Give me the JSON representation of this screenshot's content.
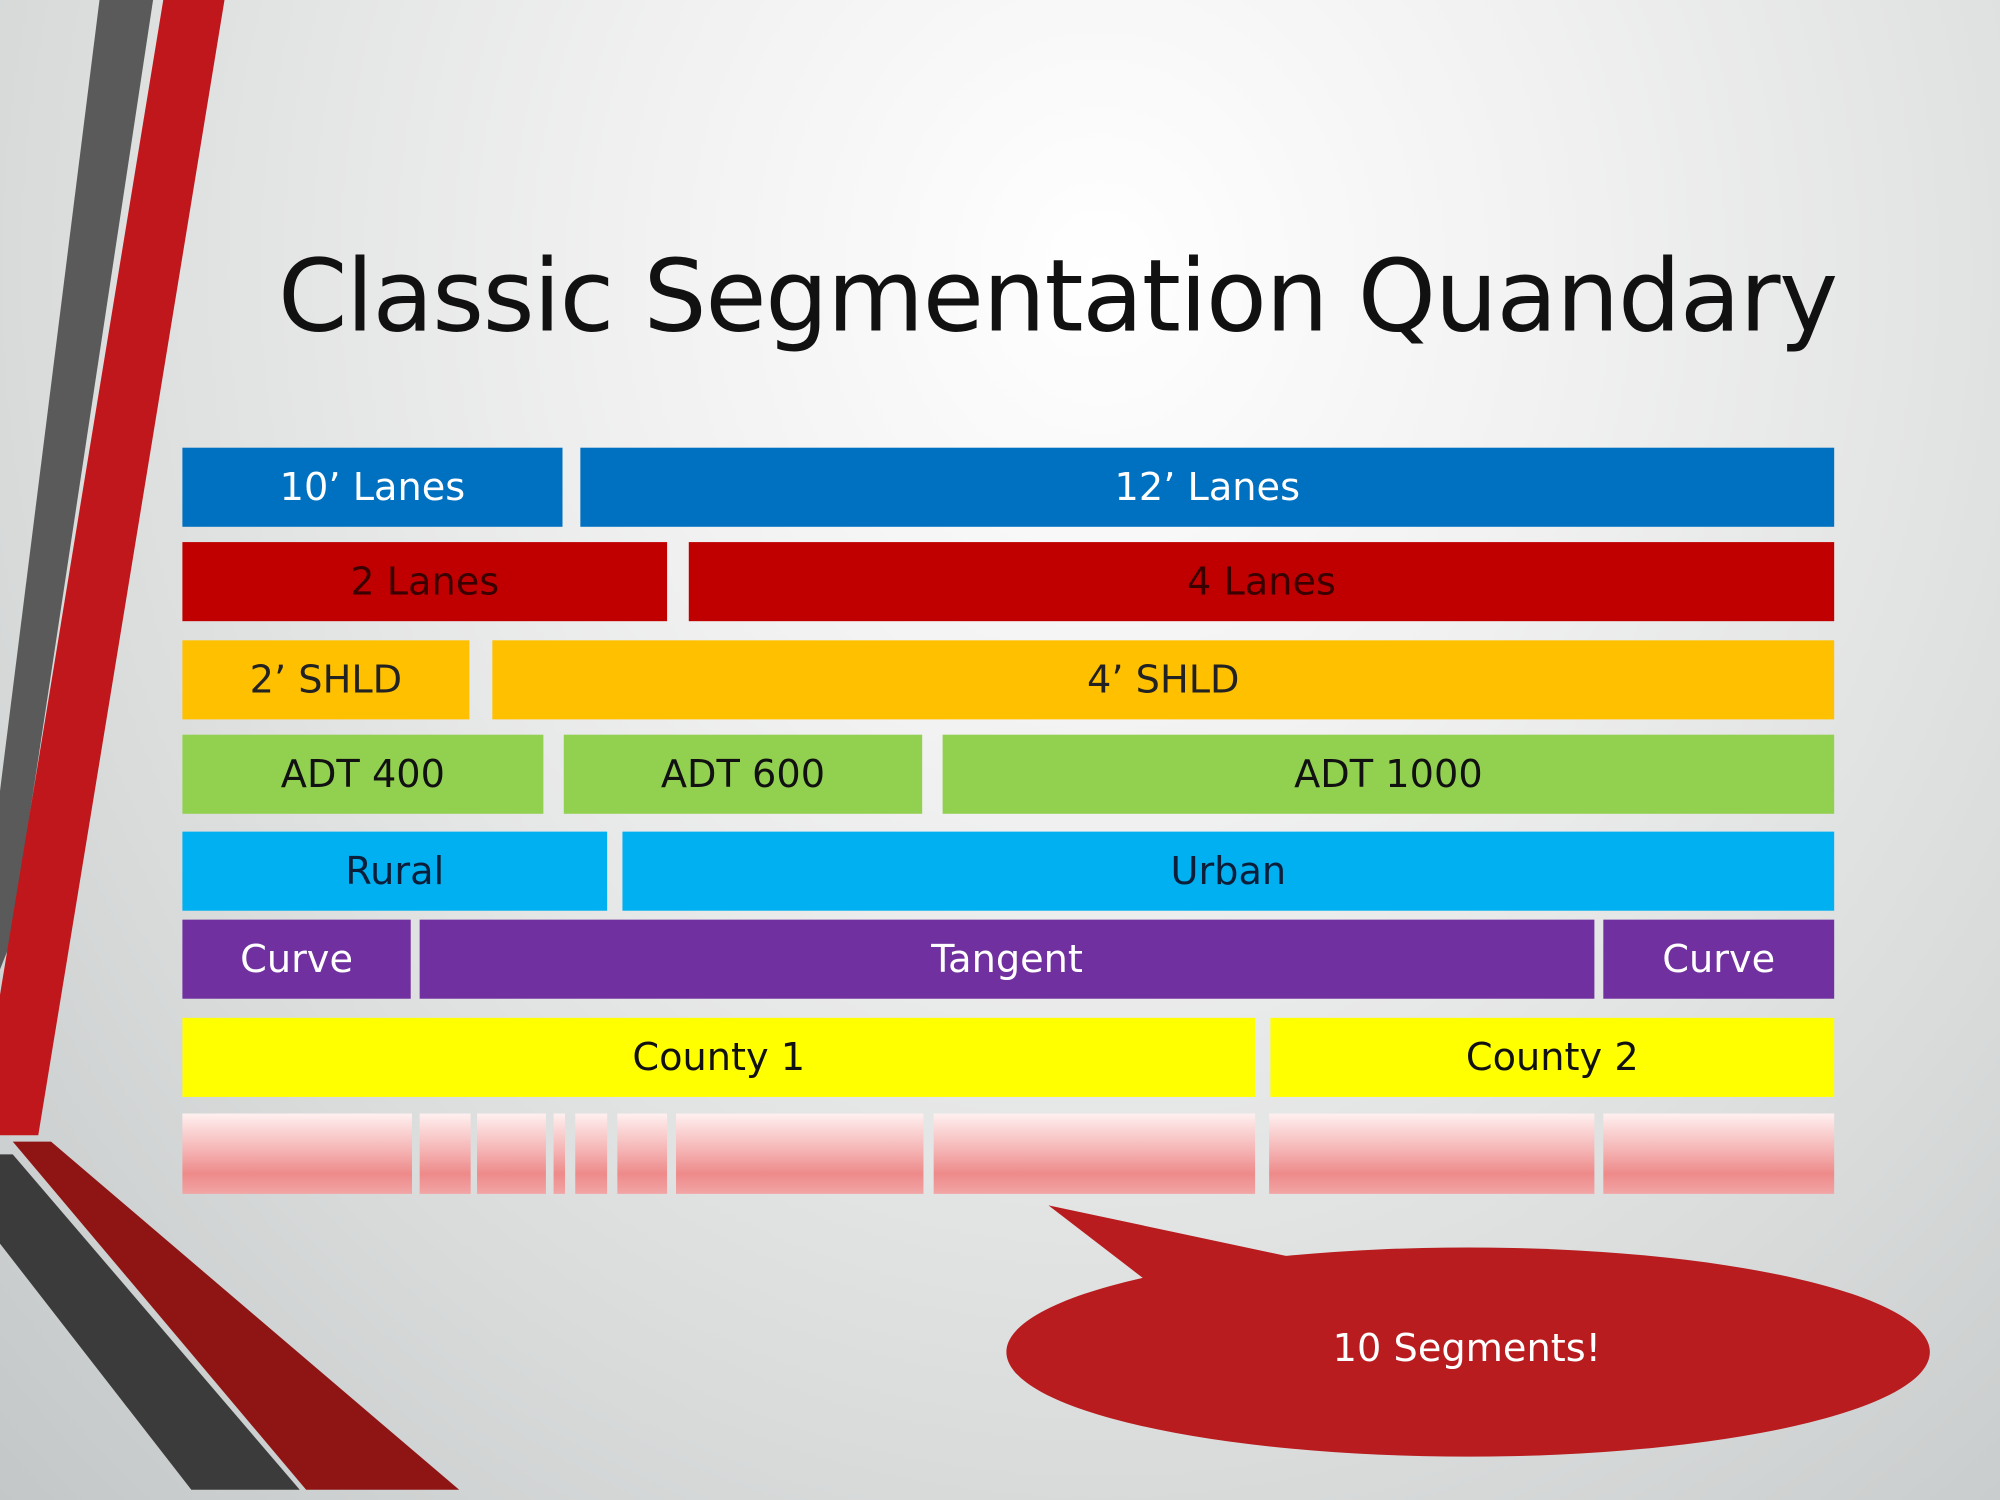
{
  "slide": {
    "title": "Classic Segmentation Quandary",
    "callout": "10 Segments!"
  },
  "rows": [
    {
      "attribute": "lane-width",
      "color": "#0070c0",
      "items": [
        "10’ Lanes",
        "12’ Lanes"
      ]
    },
    {
      "attribute": "lane-count",
      "color": "#c00000",
      "items": [
        "2 Lanes",
        "4 Lanes"
      ]
    },
    {
      "attribute": "shoulder",
      "color": "#ffc000",
      "items": [
        "2’ SHLD",
        "4’ SHLD"
      ]
    },
    {
      "attribute": "adt",
      "color": "#92d050",
      "items": [
        "ADT 400",
        "ADT 600",
        "ADT 1000"
      ]
    },
    {
      "attribute": "area-type",
      "color": "#00b0f0",
      "items": [
        "Rural",
        "Urban"
      ]
    },
    {
      "attribute": "alignment",
      "color": "#7030a0",
      "items": [
        "Curve",
        "Tangent",
        "Curve"
      ]
    },
    {
      "attribute": "county",
      "color": "#ffff00",
      "items": [
        "County 1",
        "County 2"
      ]
    }
  ],
  "segment_count": 10
}
